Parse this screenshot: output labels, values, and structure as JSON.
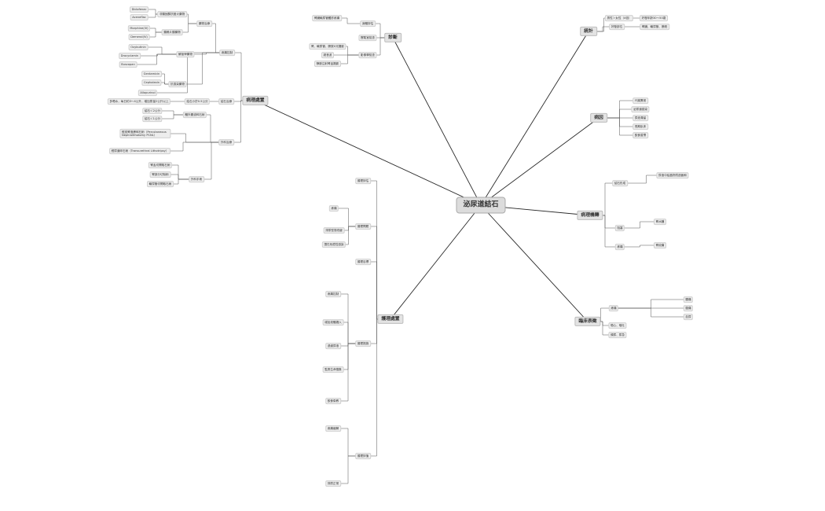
{
  "root": {
    "text": "泌尿道結石"
  },
  "nodes": [
    {
      "id": "bz",
      "text": "病理處置"
    },
    {
      "id": "bz_tt",
      "text": "疼痛控制"
    },
    {
      "id": "bz_yw",
      "text": "藥物治療"
    },
    {
      "id": "bz_nsaid",
      "text": "非類固醇抗發炎藥物"
    },
    {
      "id": "bz_dic",
      "text": "Diclofenac"
    },
    {
      "id": "bz_ace",
      "text": "Aceneflac"
    },
    {
      "id": "bz_opi",
      "text": "類鴉片類藥物"
    },
    {
      "id": "bz_mor",
      "text": "Morphine(IV)"
    },
    {
      "id": "bz_mer",
      "text": "Demerol(IV)"
    },
    {
      "id": "bz_jm",
      "text": "解痙攣藥物"
    },
    {
      "id": "bz_oxy",
      "text": "Oxybutinin"
    },
    {
      "id": "bz_dro",
      "text": "Drocyclamin"
    },
    {
      "id": "bz_bus",
      "text": "Buscopan"
    },
    {
      "id": "bz_kj",
      "text": "抗感染藥物"
    },
    {
      "id": "bz_gen",
      "text": "Gentamicin"
    },
    {
      "id": "bz_cep",
      "text": "Cephalexin"
    },
    {
      "id": "bz_allo",
      "text": "Allopurinol"
    },
    {
      "id": "bz_hj",
      "text": "結石治療"
    },
    {
      "id": "bz_hj1",
      "text": "結石小於0.5公分"
    },
    {
      "id": "bz_hj1a",
      "text": "多喝水，每日約3～4公升，增加尿量2公升以上"
    },
    {
      "id": "bz_ws",
      "text": "外科治療"
    },
    {
      "id": "bz_eswl",
      "text": "體外震波碎石術"
    },
    {
      "id": "bz_e1",
      "text": "結石＜2公分"
    },
    {
      "id": "bz_e2",
      "text": "結石＜1公分"
    },
    {
      "id": "bz_pcnl",
      "text": "經皮腎造廔碎石術（Percutaneous Nephrolithotomy PCNL）"
    },
    {
      "id": "bz_tul",
      "text": "經尿道碎石術（Transurethral Lithotripsy）"
    },
    {
      "id": "bz_wk",
      "text": "外科手術"
    },
    {
      "id": "bz_wk1",
      "text": "腎盂切開取石術"
    },
    {
      "id": "bz_wk2",
      "text": "腎部分切除術"
    },
    {
      "id": "bz_wk3",
      "text": "輸尿管切開取石術"
    },
    {
      "id": "zd",
      "text": "診斷"
    },
    {
      "id": "zd1",
      "text": "身體評估"
    },
    {
      "id": "zd1a",
      "text": "腎臟輸尿管觸診疼痛"
    },
    {
      "id": "zd2",
      "text": "實驗室檢查"
    },
    {
      "id": "zd3",
      "text": "影像學檢查"
    },
    {
      "id": "zd3a",
      "text": "腎、輸尿管、膀胱X光攝影"
    },
    {
      "id": "zd3b",
      "text": "超音波"
    },
    {
      "id": "zd3c",
      "text": "靜脈注射腎盂攝影"
    },
    {
      "id": "tj",
      "text": "統計"
    },
    {
      "id": "tj1",
      "text": "男性＞女性（4倍）"
    },
    {
      "id": "tj1a",
      "text": "好發年齡30～50歲"
    },
    {
      "id": "tj2",
      "text": "好發部位"
    },
    {
      "id": "tj2a",
      "text": "腎臟、輸尿管、膀胱"
    },
    {
      "id": "by",
      "text": "病因"
    },
    {
      "id": "by1",
      "text": "代謝異常"
    },
    {
      "id": "by2",
      "text": "泌尿道感染"
    },
    {
      "id": "by3",
      "text": "尿液滯留"
    },
    {
      "id": "by4",
      "text": "長期臥床"
    },
    {
      "id": "by5",
      "text": "飲食習慣"
    },
    {
      "id": "bl",
      "text": "病理機轉"
    },
    {
      "id": "bl1",
      "text": "結石形成"
    },
    {
      "id": "bl1a",
      "text": "尿液中結晶物質過飽和"
    },
    {
      "id": "bl2",
      "text": "阻塞"
    },
    {
      "id": "bl2a",
      "text": "腎水腫"
    },
    {
      "id": "bl3",
      "text": "疼痛"
    },
    {
      "id": "bl3a",
      "text": "腎絞痛"
    },
    {
      "id": "lc",
      "text": "臨床表徵"
    },
    {
      "id": "lc1",
      "text": "疼痛"
    },
    {
      "id": "lc1a",
      "text": "腰痛"
    },
    {
      "id": "lc1b",
      "text": "腹痛"
    },
    {
      "id": "lc1c",
      "text": "血尿"
    },
    {
      "id": "lc2",
      "text": "噁心、嘔吐"
    },
    {
      "id": "lc3",
      "text": "頻尿、尿急"
    },
    {
      "id": "hl",
      "text": "護理處置"
    },
    {
      "id": "hl1",
      "text": "護理評估"
    },
    {
      "id": "hl2",
      "text": "護理問題"
    },
    {
      "id": "hl3",
      "text": "護理目標"
    },
    {
      "id": "hl4",
      "text": "護理措施"
    },
    {
      "id": "hl5",
      "text": "護理評值"
    },
    {
      "id": "hl2a",
      "text": "疼痛"
    },
    {
      "id": "hl2b",
      "text": "排尿型態改變"
    },
    {
      "id": "hl2c",
      "text": "潛在危險性感染"
    },
    {
      "id": "hl4a",
      "text": "疼痛控制"
    },
    {
      "id": "hl4b",
      "text": "增加液體攝入"
    },
    {
      "id": "hl4c",
      "text": "過濾尿液"
    },
    {
      "id": "hl4d",
      "text": "監測生命徵象"
    },
    {
      "id": "hl4e",
      "text": "飲食衛教"
    },
    {
      "id": "hl5a",
      "text": "疼痛緩解"
    },
    {
      "id": "hl5b",
      "text": "排尿正常"
    }
  ]
}
